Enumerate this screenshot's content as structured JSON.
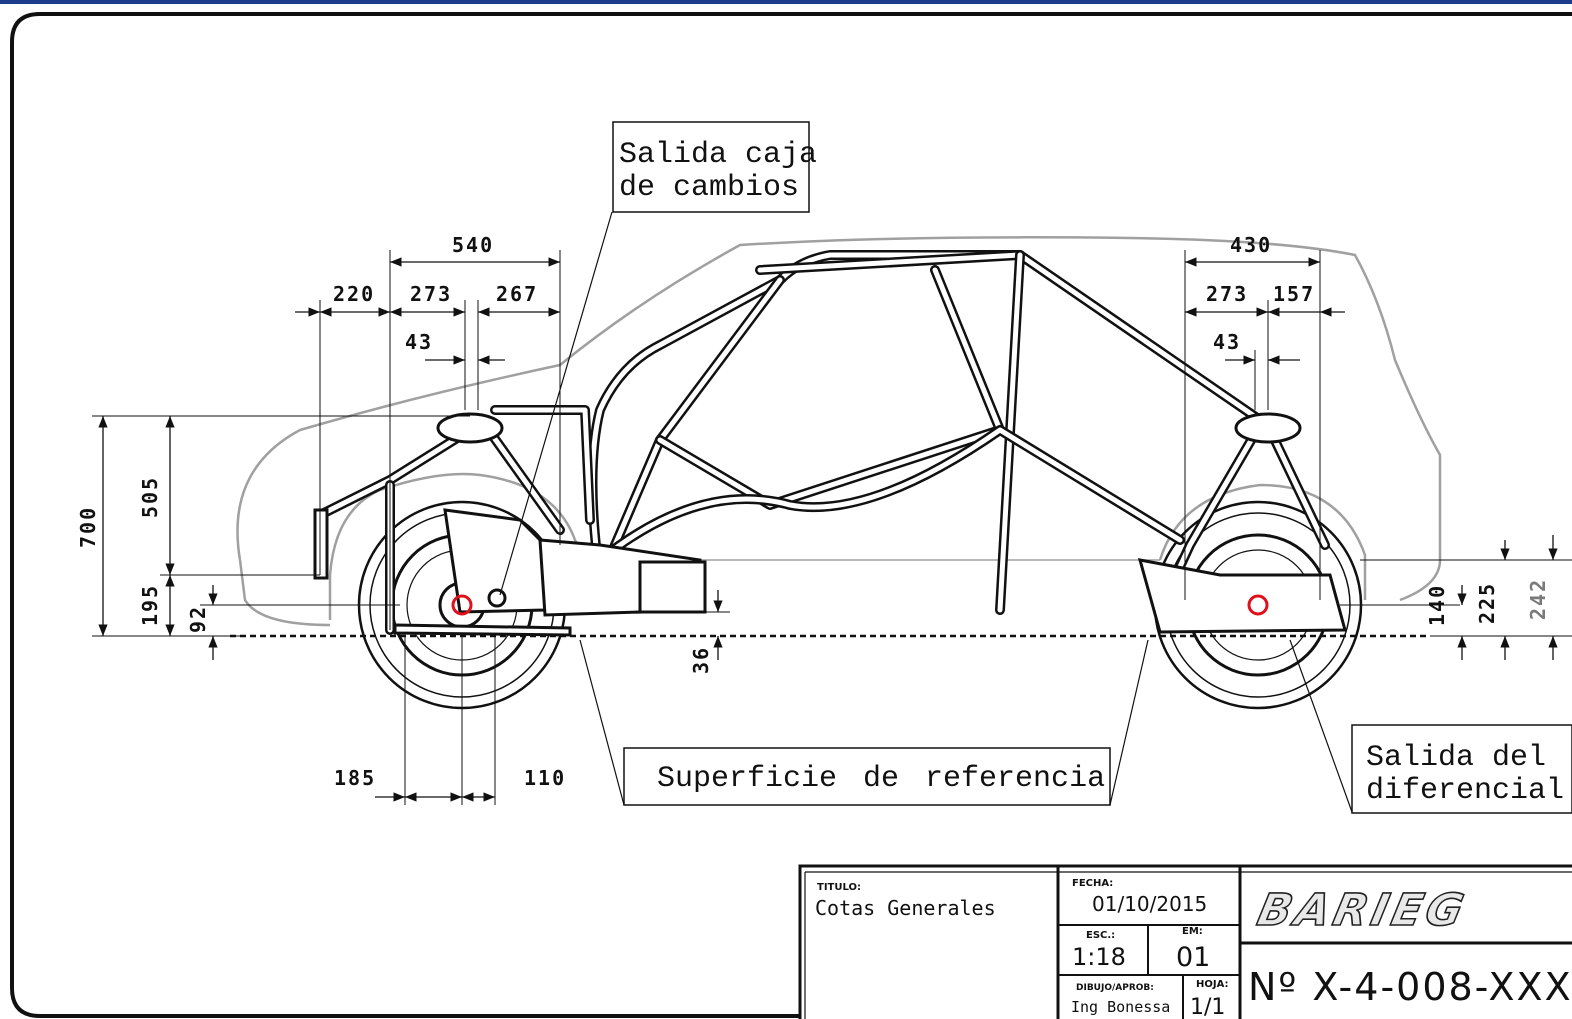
{
  "callouts": {
    "gearbox_line1": "Salida caja",
    "gearbox_line2": "de cambios",
    "reference_surface": "Superficie de referencia",
    "diff_line1": "Salida del",
    "diff_line2": "diferencial"
  },
  "dimensions": {
    "front_overall": "540",
    "front_a": "220",
    "front_b": "273",
    "front_c": "267",
    "front_offset": "43",
    "rear_overall": "430",
    "rear_a": "273",
    "rear_b": "157",
    "rear_offset": "43",
    "height_total": "700",
    "height_upper": "505",
    "height_lower": "195",
    "front_axle_height": "92",
    "gearbox_drop": "36",
    "bottom_left": "185",
    "bottom_right": "110",
    "rear_axle_height": "140",
    "rear_h2": "225",
    "rear_h3": "242"
  },
  "title_block": {
    "titulo_label": "TITULO:",
    "titulo_value": "Cotas Generales",
    "fecha_label": "FECHA:",
    "fecha_value": "01/10/2015",
    "esc_label": "ESC.:",
    "esc_value": "1:18",
    "em_label": "EM:",
    "em_value": "01",
    "dibujo_label": "DIBUJO/APROB:",
    "dibujo_value": "Ing Bonessa",
    "hoja_label": "HOJA:",
    "hoja_value": "1/1",
    "drawing_number": "Nº X-4-008-XXX",
    "logo_text": "BARIEG"
  },
  "colors": {
    "line": "#111111",
    "body_outline": "#9a9a9a",
    "axle_marker": "#e0101a",
    "top_bar": "#1e3c8c"
  }
}
